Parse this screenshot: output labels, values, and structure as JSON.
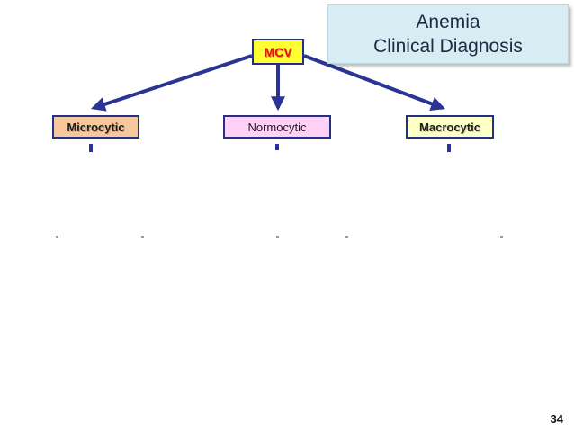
{
  "title": {
    "line1": "Anemia",
    "line2": "Clinical Diagnosis"
  },
  "nodes": {
    "root": "MCV",
    "microcytic": "Microcytic",
    "normocytic": "Normocytic",
    "macrocytic": "Macrocytic"
  },
  "page_number": "34",
  "colors": {
    "arrow": "#2a3494",
    "root_fill": "#ffff33",
    "root_text": "#e3120b",
    "microcytic_fill": "#f7c79d",
    "normocytic_fill": "#ffd1f7",
    "macrocytic_fill": "#ffffc8",
    "title_fill": "#d8ecf3"
  }
}
